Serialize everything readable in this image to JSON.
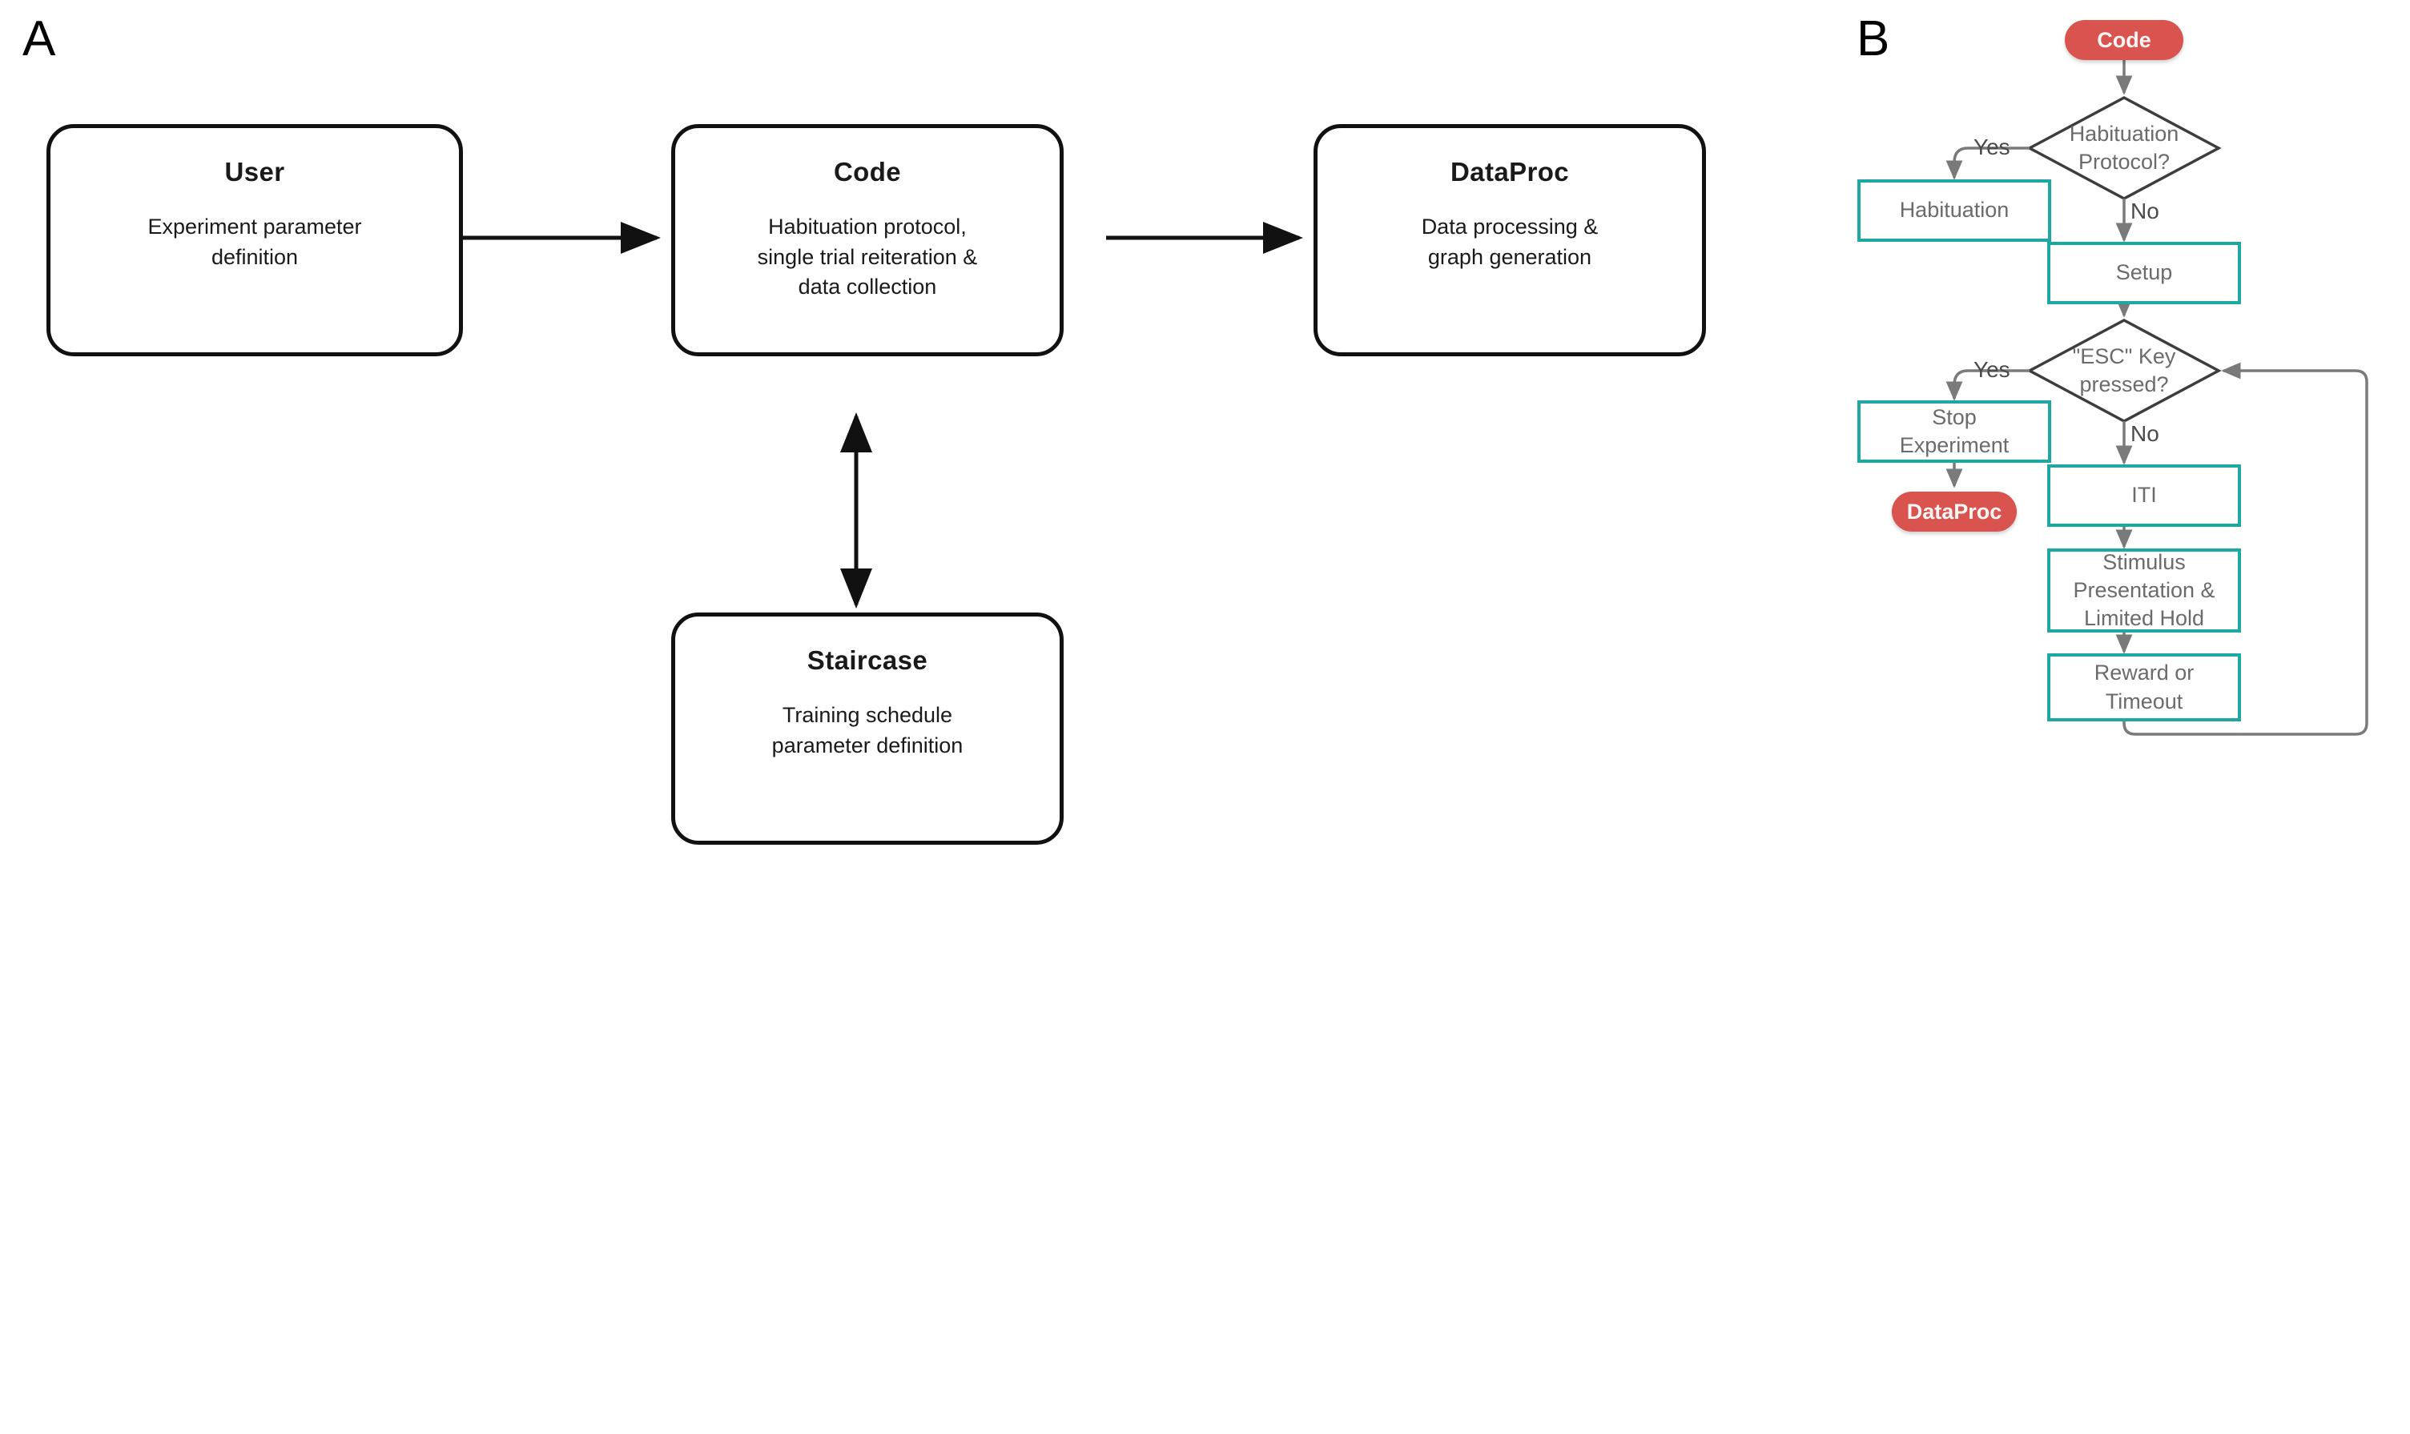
{
  "figure": {
    "panel_a_label": "A",
    "panel_b_label": "B"
  },
  "colors": {
    "terminator_red": "#D9534F",
    "process_teal": "#1FA8A2",
    "connector_gray": "#7a7a7a",
    "panel_a_stroke": "#111111",
    "text_gray": "#6b6b6b"
  },
  "panel_a": {
    "nodes": [
      {
        "id": "user",
        "title": "User",
        "desc": "Experiment parameter\ndefinition"
      },
      {
        "id": "code",
        "title": "Code",
        "desc": "Habituation protocol,\nsingle trial reiteration &\ndata collection"
      },
      {
        "id": "dataproc",
        "title": "DataProc",
        "desc": "Data processing &\ngraph generation"
      },
      {
        "id": "staircase",
        "title": "Staircase",
        "desc": "Training schedule\nparameter definition"
      }
    ],
    "edges": [
      {
        "from": "user",
        "to": "code",
        "label": "",
        "style": "arrow"
      },
      {
        "from": "code",
        "to": "dataproc",
        "label": "",
        "style": "arrow"
      },
      {
        "from": "staircase",
        "to": "code",
        "label": "",
        "style": "double-arrow"
      }
    ]
  },
  "panel_b": {
    "nodes": [
      {
        "id": "code",
        "label": "Code",
        "shape": "terminator"
      },
      {
        "id": "habituation_protocol",
        "label": "Habituation\nProtocol?",
        "shape": "decision"
      },
      {
        "id": "habituation",
        "label": "Habituation",
        "shape": "process"
      },
      {
        "id": "setup",
        "label": "Setup",
        "shape": "process"
      },
      {
        "id": "esc_key",
        "label": "\"ESC\" Key\npressed?",
        "shape": "decision"
      },
      {
        "id": "stop_experiment",
        "label": "Stop\nExperiment",
        "shape": "process"
      },
      {
        "id": "dataproc",
        "label": "DataProc",
        "shape": "terminator"
      },
      {
        "id": "iti",
        "label": "ITI",
        "shape": "process"
      },
      {
        "id": "stimulus",
        "label": "Stimulus\nPresentation &\nLimited Hold",
        "shape": "process"
      },
      {
        "id": "reward",
        "label": "Reward or\nTimeout",
        "shape": "process"
      }
    ],
    "edges": [
      {
        "from": "code",
        "to": "habituation_protocol",
        "label": ""
      },
      {
        "from": "habituation_protocol",
        "to": "habituation",
        "label": "Yes"
      },
      {
        "from": "habituation_protocol",
        "to": "setup",
        "label": "No"
      },
      {
        "from": "setup",
        "to": "esc_key",
        "label": ""
      },
      {
        "from": "esc_key",
        "to": "stop_experiment",
        "label": "Yes"
      },
      {
        "from": "esc_key",
        "to": "iti",
        "label": "No"
      },
      {
        "from": "stop_experiment",
        "to": "dataproc",
        "label": ""
      },
      {
        "from": "iti",
        "to": "stimulus",
        "label": ""
      },
      {
        "from": "stimulus",
        "to": "reward",
        "label": ""
      },
      {
        "from": "reward",
        "to": "esc_key",
        "label": ""
      }
    ],
    "edge_labels": {
      "habituation_yes": "Yes",
      "habituation_no": "No",
      "esc_yes": "Yes",
      "esc_no": "No"
    }
  }
}
